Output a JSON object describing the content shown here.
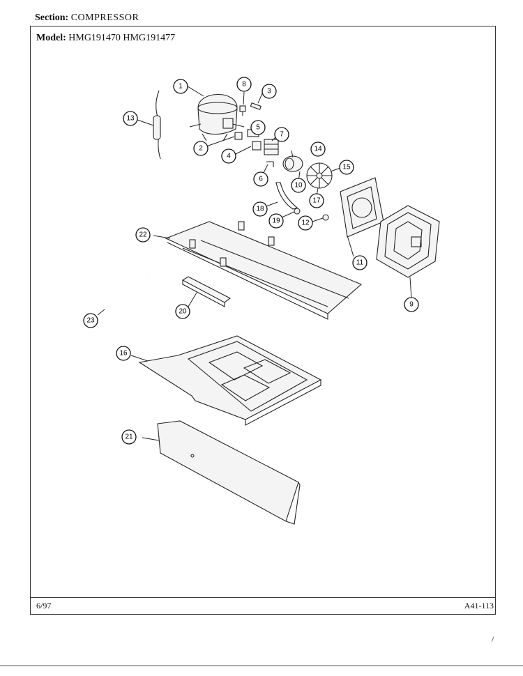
{
  "header": {
    "section_label": "Section:",
    "section_value": "COMPRESSOR",
    "model_label": "Model:",
    "model_values": "HMG191470  HMG191477"
  },
  "footer": {
    "date": "6/97",
    "page_code": "A41-113",
    "mark": "/"
  },
  "callouts": [
    "1",
    "2",
    "3",
    "4",
    "5",
    "6",
    "7",
    "8",
    "9",
    "10",
    "11",
    "12",
    "13",
    "14",
    "15",
    "16",
    "17",
    "18",
    "19",
    "20",
    "21",
    "22",
    "23"
  ]
}
